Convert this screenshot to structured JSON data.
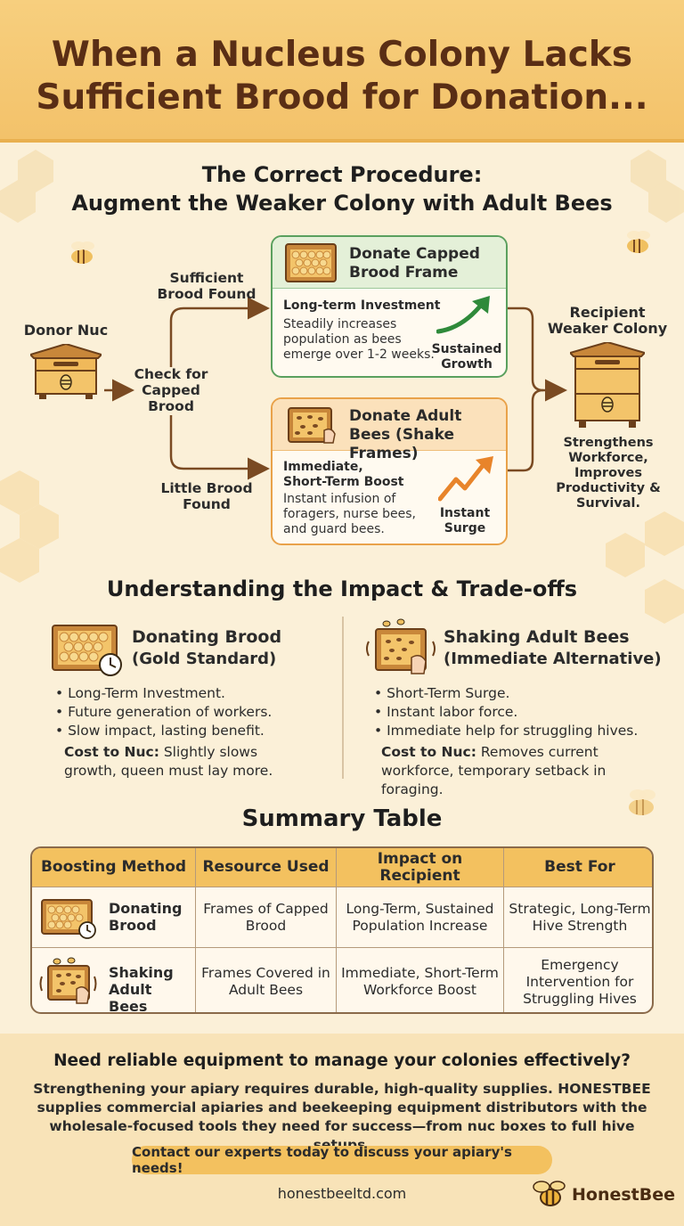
{
  "title": "When a Nucleus Colony Lacks Sufficient Brood for Donation...",
  "procedure": {
    "heading_line1": "The Correct Procedure:",
    "heading_line2": "Augment the Weaker Colony with Adult Bees"
  },
  "flow": {
    "donor": "Donor Nuc",
    "check": "Check for Capped Brood",
    "sufficient": "Sufficient Brood Found",
    "little": "Little Brood Found",
    "recipient": "Recipient Weaker Colony",
    "recipient_note": "Strengthens Workforce, Improves Productivity & Survival.",
    "brood_card": {
      "title": "Donate Capped Brood Frame",
      "sub": "Long-term Investment",
      "desc": "Steadily increases population as bees emerge over 1-2 weeks.",
      "tag": "Sustained Growth"
    },
    "bees_card": {
      "title": "Donate Adult Bees (Shake Frames)",
      "sub": "Immediate, Short-Term Boost",
      "desc": "Instant infusion of foragers, nurse bees, and guard bees.",
      "tag": "Instant Surge"
    }
  },
  "impact": {
    "heading": "Understanding the Impact & Trade-offs",
    "left": {
      "title1": "Donating Brood",
      "title2": "(Gold Standard)",
      "bullets": [
        "Long-Term Investment.",
        "Future generation of workers.",
        "Slow impact, lasting benefit."
      ],
      "cost_label": "Cost to Nuc:",
      "cost_text": "Slightly slows growth, queen must lay more."
    },
    "right": {
      "title1": "Shaking Adult Bees",
      "title2": "(Immediate Alternative)",
      "bullets": [
        "Short-Term Surge.",
        "Instant labor force.",
        "Immediate help for struggling hives."
      ],
      "cost_label": "Cost to Nuc:",
      "cost_text": "Removes current workforce, temporary setback in foraging."
    }
  },
  "summary": {
    "heading": "Summary Table",
    "columns": [
      "Boosting Method",
      "Resource Used",
      "Impact on Recipient",
      "Best For"
    ],
    "rows": [
      [
        "Donating Brood",
        "Frames of Capped Brood",
        "Long-Term, Sustained Population Increase",
        "Strategic, Long-Term Hive Strength"
      ],
      [
        "Shaking Adult Bees",
        "Frames Covered in Adult Bees",
        "Immediate, Short-Term Workforce Boost",
        "Emergency Intervention for Struggling Hives"
      ]
    ]
  },
  "footer": {
    "question": "Need reliable equipment to manage your colonies effectively?",
    "paragraph": "Strengthening your apiary requires durable, high-quality supplies. HONESTBEE supplies commercial apiaries and beekeeping equipment distributors with the wholesale-focused tools they need for success—from nuc boxes to full hive setups.",
    "cta": "Contact our experts today to discuss your apiary's needs!",
    "url": "honestbeeltd.com",
    "brand": "HonestBee"
  },
  "colors": {
    "banner": "#f3c26a",
    "title_text": "#5a2e15",
    "green_border": "#5aa05e",
    "orange_border": "#e9a24a",
    "arrow": "#7a4a22"
  }
}
